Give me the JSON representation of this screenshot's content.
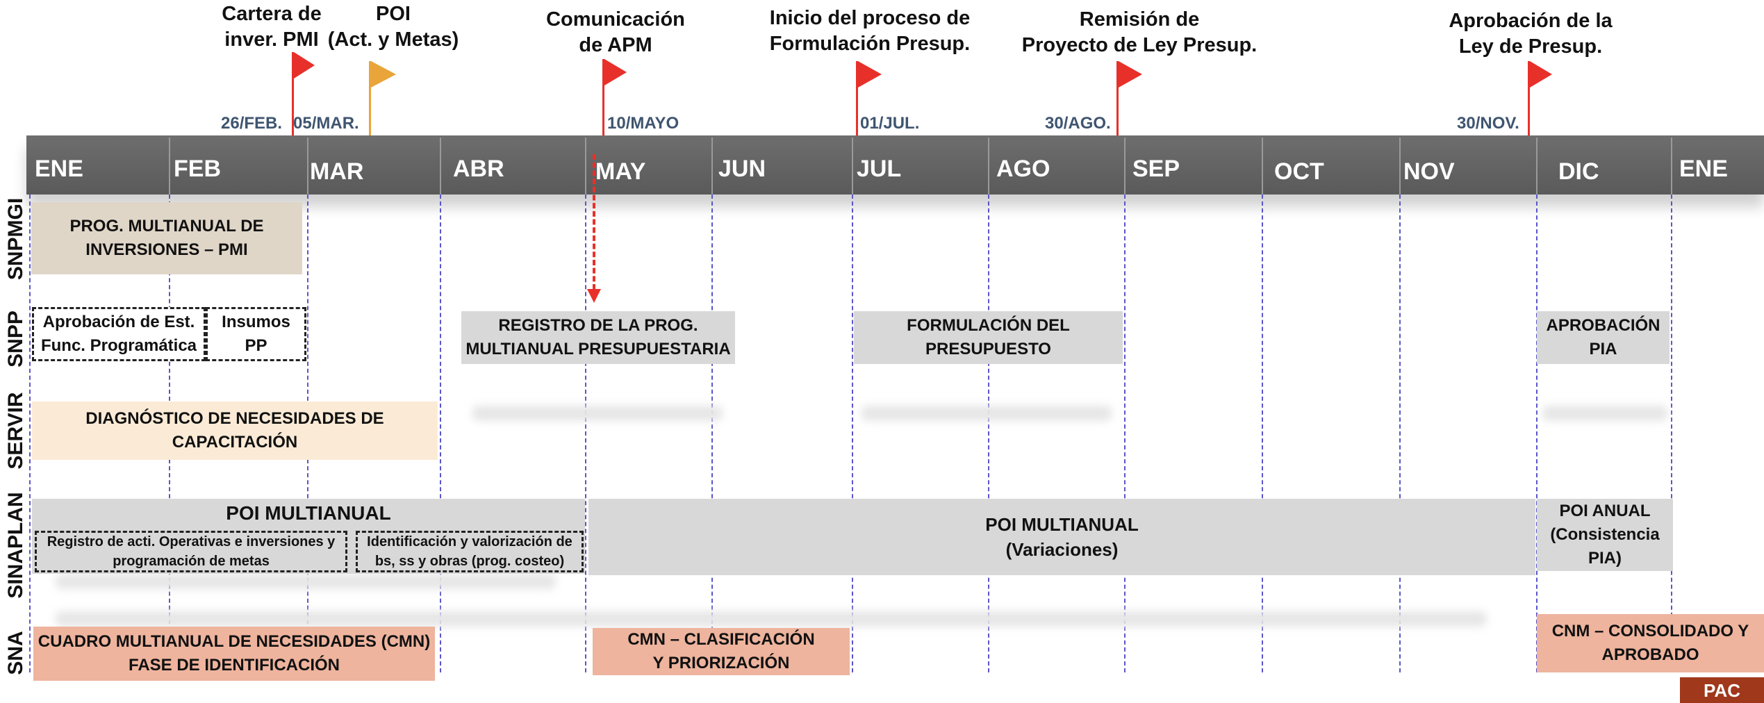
{
  "milestones": [
    {
      "title": "Cartera de\ninver. PMI",
      "date": "26/FEB.",
      "flag_color": "#e8302a"
    },
    {
      "title": "POI\n(Act. y Metas)",
      "date": "05/MAR.",
      "flag_color": "#e9a43a"
    },
    {
      "title": "Comunicación\nde APM",
      "date": "10/MAYO",
      "flag_color": "#e8302a"
    },
    {
      "title": "Inicio del proceso de\nFormulación Presup.",
      "date": "01/JUL.",
      "flag_color": "#e8302a"
    },
    {
      "title": "Remisión de\nProyecto de Ley Presup.",
      "date": "30/AGO.",
      "flag_color": "#e8302a"
    },
    {
      "title": "Aprobación de la\nLey de Presup.",
      "date": "30/NOV.",
      "flag_color": "#e8302a"
    }
  ],
  "months": [
    "ENE",
    "FEB",
    "MAR",
    "ABR",
    "MAY",
    "JUN",
    "JUL",
    "AGO",
    "SEP",
    "OCT",
    "NOV",
    "DIC",
    "ENE"
  ],
  "systems": [
    "SNPMGI",
    "SNPP",
    "SERVIR",
    "SINAPLAN",
    "SNA"
  ],
  "activities": {
    "pmi": "PROG. MULTIANUAL DE\nINVERSIONES – PMI",
    "est_func": "Aprobación de Est.\nFunc. Programática",
    "insumos": "Insumos\nPP",
    "registro_pmp": "REGISTRO DE LA PROG.\nMULTIANUAL PRESUPUESTARIA",
    "formulacion": "FORMULACIÓN DEL\nPRESUPUESTO",
    "aprobacion_pia": "APROBACIÓN\nPIA",
    "diagnostico": "DIAGNÓSTICO DE NECESIDADES DE\nCAPACITACIÓN",
    "poi_multi": "POI MULTIANUAL",
    "registro_acti": "Registro de acti. Operativas e inversiones y\nprogramación de metas",
    "identificacion": "Identificación y valorización de\nbs, ss y obras (prog. costeo)",
    "poi_variaciones": "POI MULTIANUAL\n(Variaciones)",
    "poi_anual": "POI  ANUAL\n(Consistencia PIA)",
    "cmn_ident": "CUADRO MULTIANUAL DE NECESIDADES (CMN)\nFASE DE IDENTIFICACIÓN",
    "cmn_clasif": "CMN –  CLASIFICACIÓN\nY PRIORIZACIÓN",
    "cnm_consol": "CNM – CONSOLIDADO Y\nAPROBADO"
  },
  "badge": "PAC",
  "colors": {
    "band": "#666666",
    "flag_red": "#e8302a",
    "flag_orange": "#e9a43a",
    "date_text": "#3f5570",
    "grid_dash": "#5a55c8",
    "badge_bg": "#a0381c"
  }
}
